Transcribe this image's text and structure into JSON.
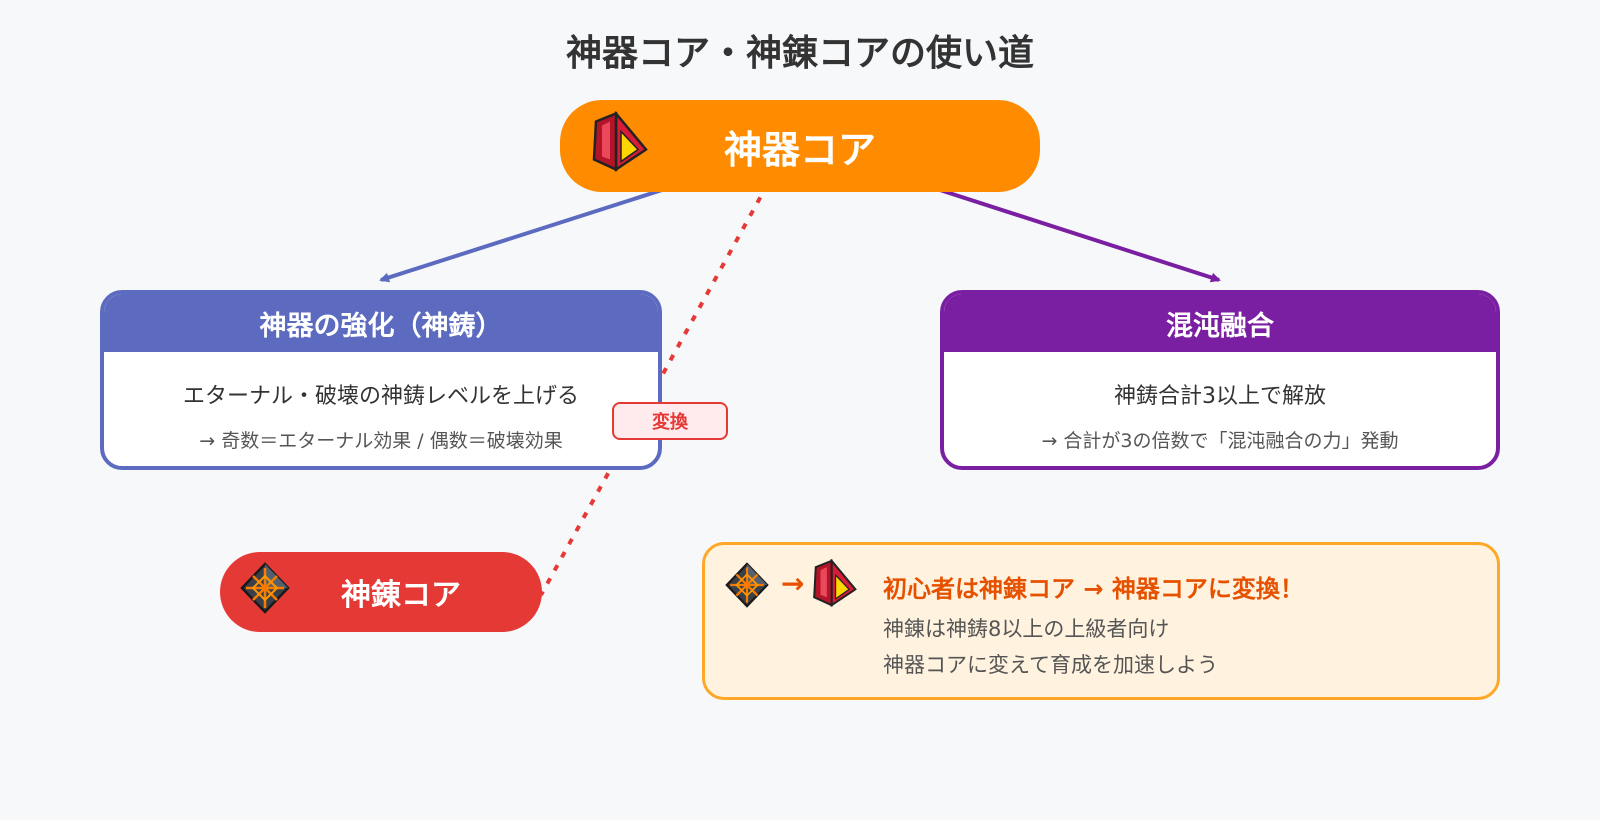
{
  "title": "神器コア・神錬コアの使い道",
  "nodes": {
    "core_top": {
      "label": "神器コア",
      "icon": "artifact-core-icon",
      "color": "#ff8c00"
    },
    "core_bottom": {
      "label": "神錬コア",
      "icon": "refined-core-icon",
      "color": "#e53935"
    }
  },
  "cards": {
    "enhance": {
      "header": "神器の強化（神鋳）",
      "line1": "エターナル・破壊の神鋳レベルを上げる",
      "line2": "→ 奇数＝エターナル効果 / 偶数＝破壊効果",
      "color": "#5c6bc0"
    },
    "chaos": {
      "header": "混沌融合",
      "line1": "神鋳合計3以上で解放",
      "line2": "→ 合計が3の倍数で「混沌融合の力」発動",
      "color": "#7b1fa2"
    }
  },
  "convert_label": "変換",
  "tip": {
    "arrow": "→",
    "title": "初心者は神錬コア → 神器コアに変換！",
    "line1": "神錬は神鋳8以上の上級者向け",
    "line2": "神器コアに変えて育成を加速しよう",
    "icons": [
      "refined-core-icon",
      "artifact-core-icon"
    ]
  }
}
